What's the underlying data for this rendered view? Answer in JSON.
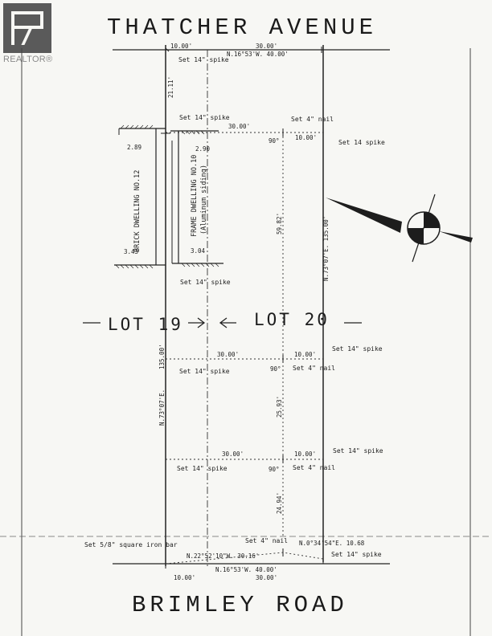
{
  "logo": {
    "text": "REALTOR®"
  },
  "streets": {
    "top": "THATCHER AVENUE",
    "bottom": "BRIMLEY ROAD"
  },
  "lots": {
    "left": "LOT 19",
    "right": "LOT 20"
  },
  "dwellings": {
    "brick": "BRICK DWELLING NO.12",
    "frame": "FRAME DWELLING NO.10",
    "frame_note": "(Aluminum siding)"
  },
  "labels": {
    "set_spike_1": "Set 14\" spike",
    "set_spike_2": "Set 14\" spike",
    "set_nail_1": "Set 4\" nail",
    "set_spike_3": "Set 14 spike",
    "set_spike_4": "Set 14\" spike",
    "set_spike_5": "Set 14\" spike",
    "set_nail_2": "Set 4\" nail",
    "set_spike_6": "Set 14\" spike",
    "set_spike_7": "Set 14\" spike",
    "set_spike_8": "Set 14\" spike",
    "set_nail_3": "Set 4\" nail",
    "set_nail_4": "Set 4\" nail",
    "iron_bar": "Set 5/8\" square iron bar",
    "set_spike_9": "Set 14\" spike"
  },
  "dimensions": {
    "top_10": "10.00'",
    "top_30": "30.00'",
    "top_bearing": "N.16°53'W. 40.00'",
    "front_21": "21.11'",
    "row1_30": "30.00'",
    "row1_10": "10.00'",
    "row1_90": "90°",
    "d289": "2.89",
    "d290": "2.90",
    "d343": "3.43",
    "d304": "3.04",
    "d5982": "59.82'",
    "east_bearing": "N.73°07'E. 135.00'",
    "west_135": "135.00'",
    "west_bearing": "N.73°07'E.",
    "row2_30": "30.00'",
    "row2_10": "10.00'",
    "row2_90": "90°",
    "d2593": "25.93'",
    "row3_30": "30.00'",
    "row3_10": "10.00'",
    "row3_90": "90°",
    "d2494": "24.94'",
    "curve_bearing": "N.0°34'54\"E. 10.68",
    "bottom_bearing": "N.22°52'10\"W. 30.16'",
    "bottom_bearing2": "N.16°53'W. 40.00'",
    "bottom_10": "10.00'",
    "bottom_30": "30.00'"
  }
}
